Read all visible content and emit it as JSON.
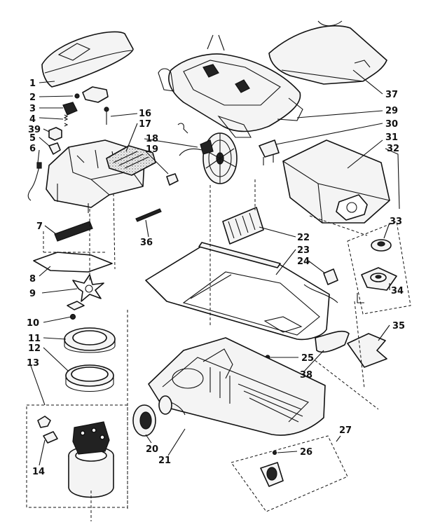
{
  "callouts": [
    {
      "id": "c1",
      "text": "1"
    },
    {
      "id": "c2",
      "text": "2"
    },
    {
      "id": "c3",
      "text": "3"
    },
    {
      "id": "c4",
      "text": "4"
    },
    {
      "id": "c39",
      "text": "39"
    },
    {
      "id": "c5",
      "text": "5"
    },
    {
      "id": "c6",
      "text": "6"
    },
    {
      "id": "c7",
      "text": "7"
    },
    {
      "id": "c8",
      "text": "8"
    },
    {
      "id": "c9",
      "text": "9"
    },
    {
      "id": "c10",
      "text": "10"
    },
    {
      "id": "c11",
      "text": "11"
    },
    {
      "id": "c12",
      "text": "12"
    },
    {
      "id": "c13",
      "text": "13"
    },
    {
      "id": "c14",
      "text": "14"
    },
    {
      "id": "c16",
      "text": "16"
    },
    {
      "id": "c17",
      "text": "17"
    },
    {
      "id": "c18",
      "text": "18"
    },
    {
      "id": "c19",
      "text": "19"
    },
    {
      "id": "c36",
      "text": "36"
    },
    {
      "id": "c37",
      "text": "37"
    },
    {
      "id": "c29",
      "text": "29"
    },
    {
      "id": "c30",
      "text": "30"
    },
    {
      "id": "c31",
      "text": "31"
    },
    {
      "id": "c32",
      "text": "32"
    },
    {
      "id": "c33",
      "text": "33"
    },
    {
      "id": "c34",
      "text": "34"
    },
    {
      "id": "c22",
      "text": "22"
    },
    {
      "id": "c23",
      "text": "23"
    },
    {
      "id": "c24",
      "text": "24"
    },
    {
      "id": "c35",
      "text": "35"
    },
    {
      "id": "c25",
      "text": "25"
    },
    {
      "id": "c38",
      "text": "38"
    },
    {
      "id": "c20",
      "text": "20"
    },
    {
      "id": "c21",
      "text": "21"
    },
    {
      "id": "c26",
      "text": "26"
    },
    {
      "id": "c27",
      "text": "27"
    }
  ]
}
